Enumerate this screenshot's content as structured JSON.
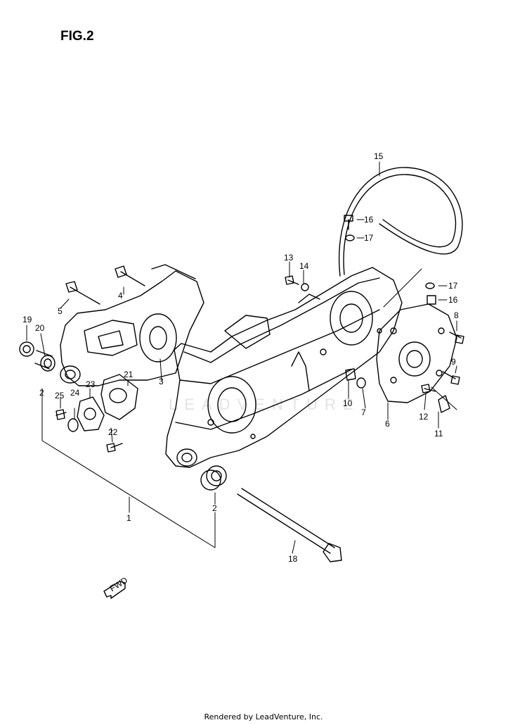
{
  "figure": {
    "title": "FIG.2",
    "footer": "Rendered by LeadVenture, Inc.",
    "watermark": "LEADVENTURE"
  },
  "arrow_label": "FWD",
  "callouts": [
    "1",
    "2",
    "2",
    "3",
    "4",
    "5",
    "6",
    "7",
    "8",
    "9",
    "10",
    "11",
    "12",
    "13",
    "14",
    "15",
    "16",
    "16",
    "17",
    "17",
    "18",
    "19",
    "20",
    "21",
    "22",
    "23",
    "24",
    "25"
  ]
}
